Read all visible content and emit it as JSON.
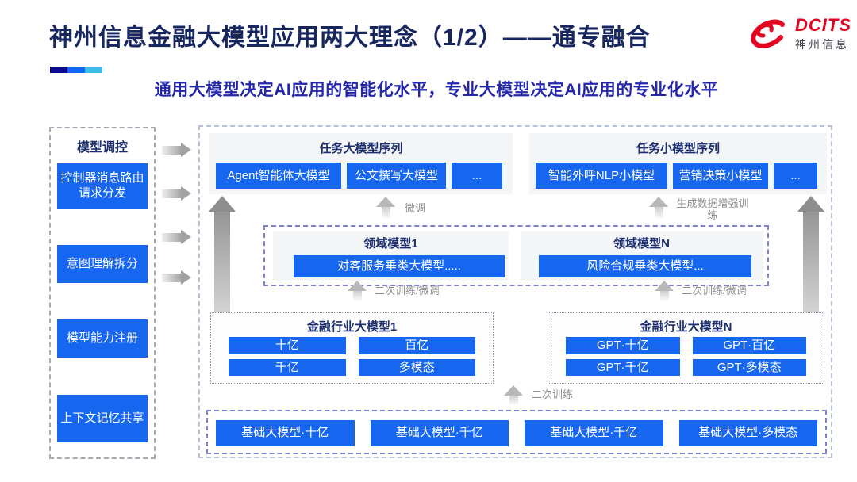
{
  "header": {
    "title": "神州信息金融大模型应用两大理念（1/2）——通专融合",
    "subtitle": "通用大模型决定AI应用的智能化水平，专业大模型决定AI应用的专业化水平",
    "logo_name": "DCITS",
    "logo_sub": "神州信息",
    "accent_bar_colors": [
      "#0A0A8F",
      "#1465F0",
      "#3FBCEE"
    ]
  },
  "sidebar": {
    "title": "模型调控",
    "items": [
      {
        "label": "控制器消息路由请求分发"
      },
      {
        "label": "意图理解拆分"
      },
      {
        "label": "模型能力注册"
      },
      {
        "label": "上下文记忆共享"
      }
    ]
  },
  "diagram": {
    "task_large": {
      "title": "任务大模型序列",
      "boxes": [
        "Agent智能体大模型",
        "公文撰写大模型",
        "..."
      ]
    },
    "task_small": {
      "title": "任务小模型序列",
      "boxes": [
        "智能外呼NLP小模型",
        "营销决策小模型",
        "..."
      ]
    },
    "domain1": {
      "title": "领域模型1",
      "box": "对客服务垂类大模型....."
    },
    "domainN": {
      "title": "领域模型N",
      "box": "风险合规垂类大模型..."
    },
    "industry1": {
      "title": "金融行业大模型1",
      "boxes": [
        "十亿",
        "百亿",
        "千亿",
        "多模态"
      ]
    },
    "industryN": {
      "title": "金融行业大模型N",
      "boxes": [
        "GPT·十亿",
        "GPT·百亿",
        "GPT·千亿",
        "GPT·多模态"
      ]
    },
    "base_models": {
      "boxes": [
        "基础大模型·十亿",
        "基础大模型·千亿",
        "基础大模型·千亿",
        "基础大模型·多模态"
      ]
    },
    "labels": {
      "finetune": "微调",
      "gen_data_train": "生成数据增强训练",
      "retrain_finetune_left": "二次训练/微调",
      "retrain_finetune_right": "二次训练/微调",
      "retrain": "二次训练"
    }
  },
  "colors": {
    "box_blue": "#1666F0",
    "navy": "#1D2E6E",
    "title_navy": "#17265F",
    "subtitle_blue": "#2427A9",
    "label_gray": "#8F8F8F",
    "logo_red": "#E30421"
  }
}
